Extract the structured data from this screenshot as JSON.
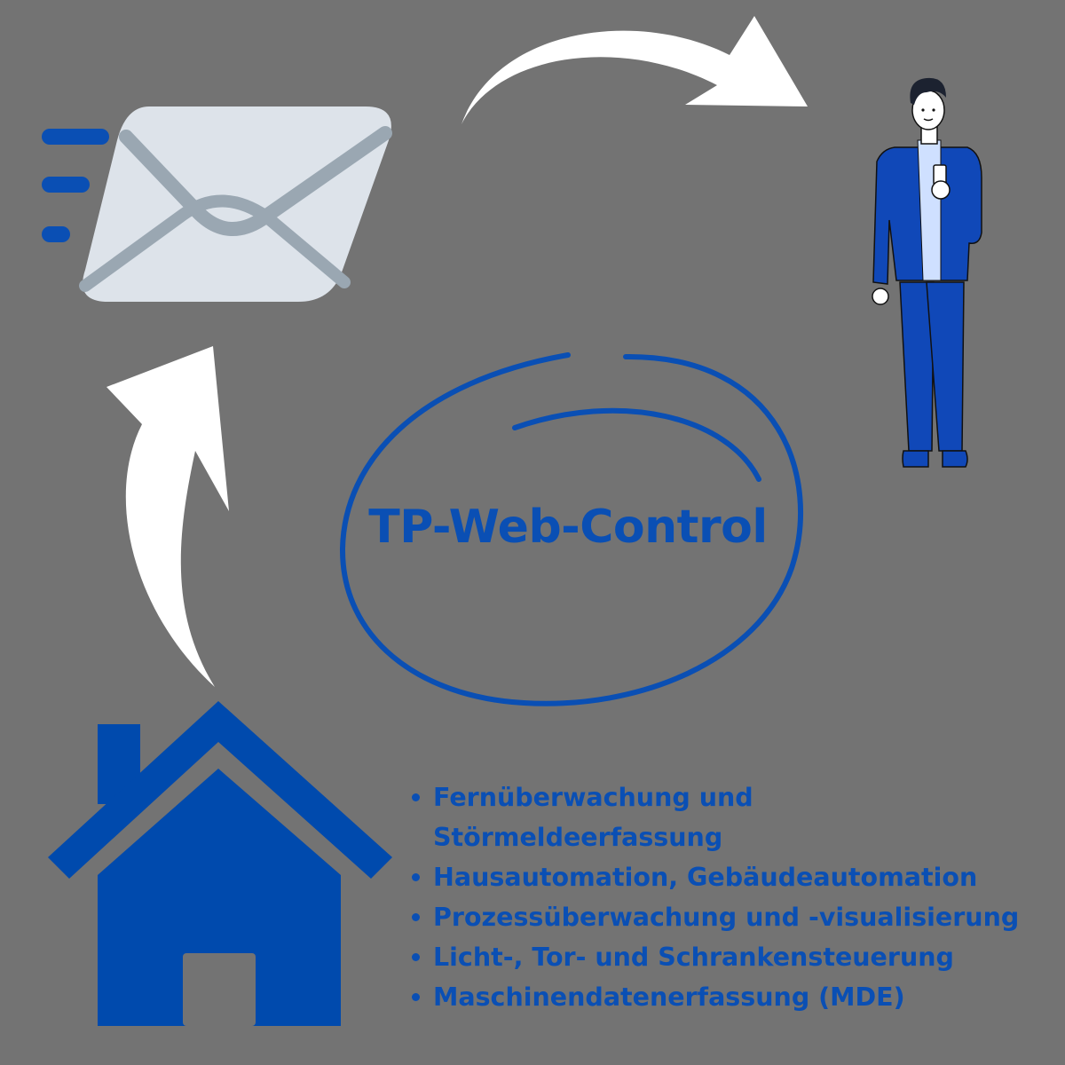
{
  "title": "TP-Web-Control",
  "features": [
    "Fernüberwachung und Störmeldeerfassung",
    "Hausautomation, Gebäudeautomation",
    "Prozessüberwachung und -visualisierung",
    "Licht-, Tor- und Schrankensteuerung",
    "Maschinendatenerfassung (MDE)"
  ],
  "colors": {
    "background": "#737373",
    "accent_blue": "#0a4fb4",
    "house_blue": "#004aad",
    "arrow": "#ffffff",
    "envelope_light": "#dde3ea",
    "envelope_line": "#9aa7b2"
  },
  "icons": [
    "envelope-icon",
    "person-icon",
    "house-icon",
    "arrow-icon"
  ]
}
